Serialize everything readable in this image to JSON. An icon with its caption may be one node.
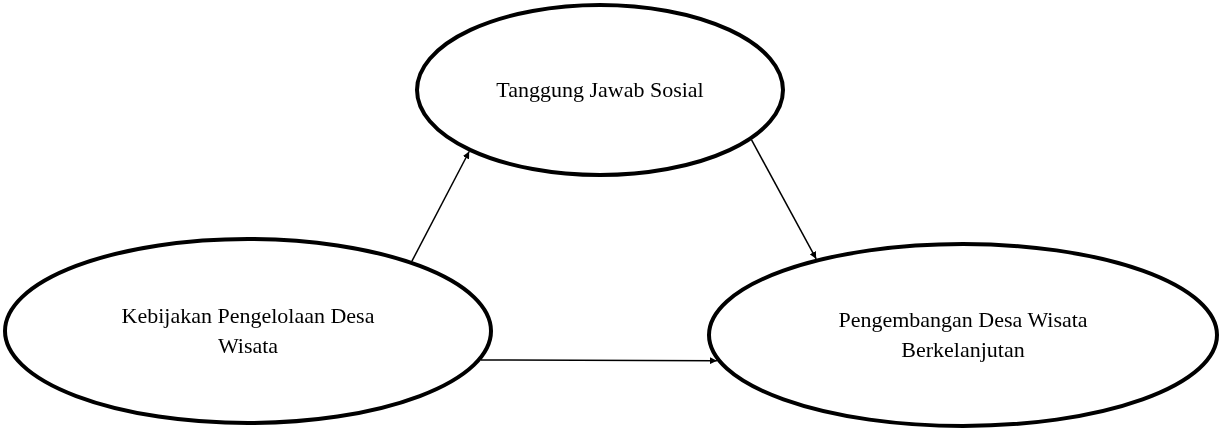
{
  "diagram": {
    "nodes": [
      {
        "text": [
          "Tanggung Jawab Sosial"
        ]
      },
      {
        "text": [
          "Kebijakan Pengelolaan Desa Wisata"
        ]
      },
      {
        "text": [
          "Pengembangan Desa Wisata Berkelanjutan"
        ]
      }
    ],
    "edges": [
      {
        "from": 1,
        "to": 0,
        "arrow": "to"
      },
      {
        "from": 0,
        "to": 2,
        "arrow": "to"
      },
      {
        "from": 1,
        "to": 2,
        "arrow": "to"
      }
    ]
  }
}
